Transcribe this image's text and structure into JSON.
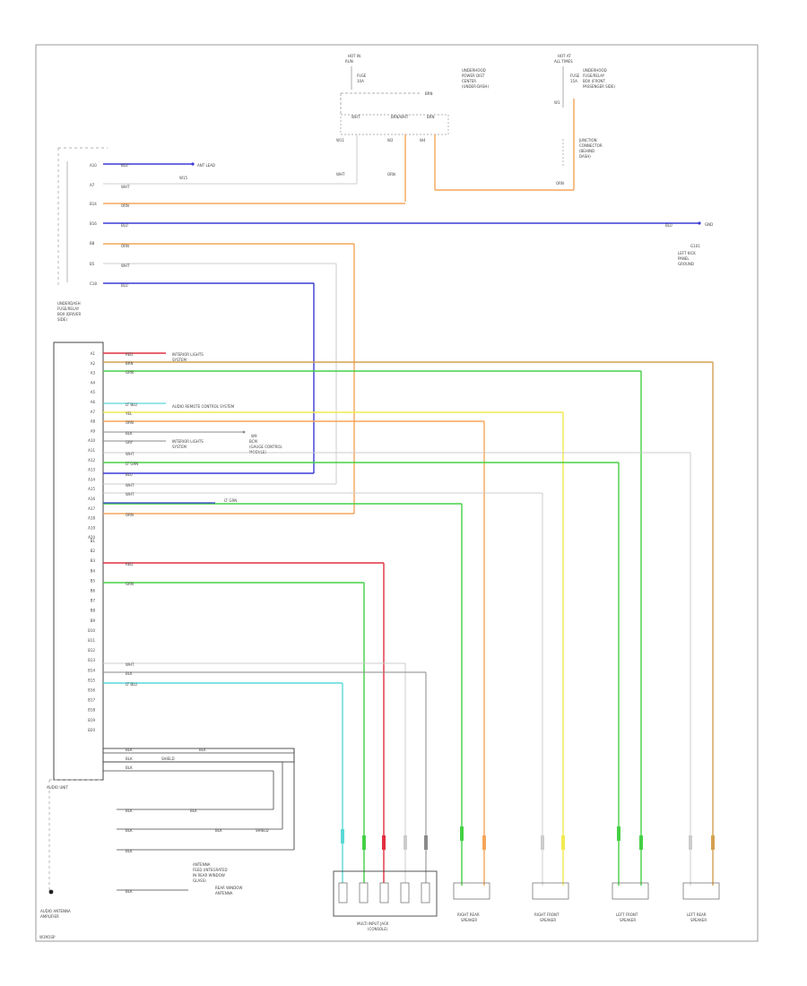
{
  "colors": {
    "blu": "#3b3bd6",
    "wht": "#cccccc",
    "org": "#f5a65a",
    "red": "#e03040",
    "grn": "#45d045",
    "yel": "#f2ea50",
    "lblu": "#5ad8d8",
    "gry": "#8a8a8a",
    "tan": "#d4a050",
    "blk": "#222222"
  },
  "labels": {
    "hot_in_run": [
      "HOT IN",
      "RUN"
    ],
    "hot_at_all_times": [
      "HOT AT",
      "ALL TIMES"
    ],
    "fuse_a": [
      "FUSE",
      "10A"
    ],
    "fuse_b": [
      "FUSE",
      "15A"
    ],
    "junction_block": [
      "UNDERHOOD",
      "POWER DIST",
      "CENTER",
      "(UNDER-DASH)"
    ],
    "fuse_box_right": [
      "UNDERHOOD",
      "FUSE/RELAY",
      "BOX (FRONT",
      "PASSENGER SIDE)"
    ],
    "junction_connector": [
      "JUNCTION",
      "CONNECTOR",
      "(BEHIND",
      "DASH)"
    ],
    "ant_lead": "ANT LEAD",
    "gnd": "GND",
    "left_kick_panel": [
      "LEFT KICK",
      "PANEL",
      "GROUND"
    ],
    "under_dash_fuse": [
      "UNDERDASH",
      "FUSE/RELAY",
      "BOX (DRIVER",
      "SIDE)"
    ],
    "interior_lights": [
      "INTERIOR LIGHTS",
      "SYSTEM"
    ],
    "audio_remote": "AUDIO REMOTE CONTROL SYSTEM",
    "interior_lights_2": [
      "INTERIOR LIGHTS",
      "SYSTEM"
    ],
    "body_control": [
      "BCM",
      "(GAUGE CONTROL",
      "MODULE)"
    ],
    "audio_unit": "AUDIO UNIT",
    "audio_antenna": [
      "AUDIO ANTENNA",
      "AMPLIFIER"
    ],
    "antenna_feed": [
      "ANTENNA",
      "FEED (INTEGRATED",
      "IN REAR WINDOW",
      "GLASS)",
      "REAR WINDOW",
      "ANTENNA"
    ],
    "xm_pink": "LT GRN",
    "speakers": [
      [
        "RIGHT REAR",
        "SPEAKER"
      ],
      [
        "RIGHT FRONT",
        "SPEAKER"
      ],
      [
        "LEFT FRONT",
        "SPEAKER"
      ],
      [
        "LEFT REAR",
        "SPEAKER"
      ]
    ],
    "tweeter_unit": [
      "MULTI INPUT JACK",
      "(CONSOLE)"
    ],
    "footer_code": "W1M1SP"
  },
  "unit_pins": [
    "A1",
    "A2",
    "A3",
    "A4",
    "A5",
    "A6",
    "A7",
    "A8",
    "A9",
    "A10",
    "A11",
    "A12",
    "A13",
    "A14",
    "A15",
    "A16",
    "A17",
    "A18",
    "A19",
    "A20"
  ],
  "unit_pins_b": [
    "B1",
    "B2",
    "B3",
    "B4",
    "B5",
    "B6",
    "B7",
    "B8",
    "B9",
    "B10",
    "B11",
    "B12",
    "B13",
    "B14",
    "B15",
    "B16",
    "B17",
    "B18",
    "B19",
    "B20"
  ]
}
